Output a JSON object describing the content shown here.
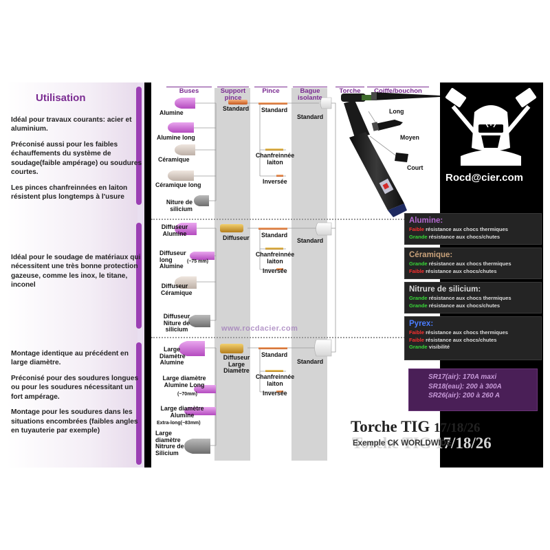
{
  "left": {
    "title": "Utilisation",
    "section1": [
      "Idéal pour travaux courants: acier et aluminium.",
      "Préconisé aussi pour les faibles échauffements du système de soudage(faible ampérage) ou soudures courtes.",
      "Les pinces chanfreinnées en laiton résistent plus longtemps à l'usure"
    ],
    "section2": [
      "Idéal pour le soudage de matériaux qui nécessitent une très bonne protection gazeuse, comme les inox, le titane, inconel"
    ],
    "section3": [
      "Montage identique au précédent en large diamètre.",
      "Préconisé pour des soudures longues ou pour les soudures nécessitant un fort ampérage.",
      "Montage pour les soudures dans les situations encombrées (faibles angles en tuyauterie par exemple)"
    ]
  },
  "headers": {
    "buses": "Buses",
    "support": "Support pince",
    "pince": "Pince",
    "bague": "Bague isolante",
    "torche": "Torche",
    "coiffe": "Coiffe/bouchon"
  },
  "row1": {
    "buses": [
      "Alumine",
      "Alumine long",
      "Céramique",
      "Céramique long",
      "Niture de silicium"
    ],
    "support": "Standard",
    "pince": [
      "Standard",
      "Chanfreinnée laiton",
      "Inversée"
    ],
    "bague": "Standard"
  },
  "row2": {
    "buses": [
      "Diffuseur Alumine",
      "Diffuseur long Alumine",
      "(~75 mm)",
      "Diffuseur Céramique",
      "Diffuseur Niture de silicium"
    ],
    "support": "Diffuseur",
    "pince": [
      "Standard",
      "Chanfreinnée laiton",
      "Inversée"
    ],
    "bague": "Standard"
  },
  "row3": {
    "buses": [
      "Large Diamètre Alumine",
      "Large diamètre Alumine Long",
      "(~70mm)",
      "Large diamètre Alumine",
      "Extra-long(~83mm)",
      "Large diamètre Nitrure de Silicium"
    ],
    "support": "Diffuseur Large Diamètre",
    "pince": [
      "Standard",
      "Chanfreinnée laiton",
      "Inversée"
    ],
    "bague": "Standard"
  },
  "coiffe": [
    "Long",
    "Moyen",
    "Court"
  ],
  "watermark": "www.rocdacier.com",
  "brand": "Rocd@cier.com",
  "materials": [
    {
      "name": "Alumine:",
      "color": "#b46ad0",
      "lines": [
        {
          "w": "Faible",
          "wc": "#ff3030",
          "t": "résistance aux chocs thermiques"
        },
        {
          "w": "Grande",
          "wc": "#38d838",
          "t": "résistance aux chocs/chutes"
        }
      ]
    },
    {
      "name": "Céramique:",
      "color": "#c9a27a",
      "lines": [
        {
          "w": "Grande",
          "wc": "#38d838",
          "t": "résistance aux chocs thermiques"
        },
        {
          "w": "Faible",
          "wc": "#ff3030",
          "t": "résistance aux chocs/chutes"
        }
      ]
    },
    {
      "name": "Nitrure de silicium:",
      "color": "#d9d9d9",
      "lines": [
        {
          "w": "Grande",
          "wc": "#38d838",
          "t": "résistance aux chocs thermiques"
        },
        {
          "w": "Grande",
          "wc": "#38d838",
          "t": "résistance aux chocs/chutes"
        }
      ]
    },
    {
      "name": "Pyrex:",
      "color": "#4a7dff",
      "lines": [
        {
          "w": "Faible",
          "wc": "#ff3030",
          "t": "résistance aux chocs thermiques"
        },
        {
          "w": "Faible",
          "wc": "#ff3030",
          "t": "résistance aux chocs/chutes"
        },
        {
          "w": "Grande",
          "wc": "#38d838",
          "t": "visibilité"
        }
      ]
    }
  ],
  "ratings": [
    "SR17(air): 170A maxi",
    "SR18(eau): 200 à 300A",
    "SR26(air): 200 à 260 A"
  ],
  "title": {
    "main": "Torche TIG",
    "models": "17/18/26",
    "sub": "Exemple CK WORLDWIDE"
  },
  "colors": {
    "purple": "#7a2b91",
    "pink": "#d07bd8",
    "ceramic": "#d8cdc6",
    "silicon": "#8e8e8e",
    "copper": "#e07a3a",
    "brass": "#d8a63a"
  }
}
